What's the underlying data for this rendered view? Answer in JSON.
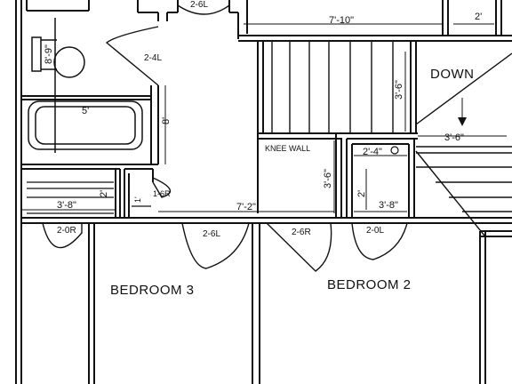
{
  "doors": {
    "top_center": "2-6L",
    "upper_left": "2-4L",
    "bath_closet": "1-6R",
    "bedroom3_closet": "2-0R",
    "bedroom3_entry": "2-6L",
    "bedroom2_entry": "2-6R",
    "bedroom2_closet": "2-0L"
  },
  "dimensions": {
    "bath_vertical": "8'-9\"",
    "tub_width": "5'",
    "hall_vertical": "8'",
    "hall_width": "7'-2\"",
    "top_right_width": "7'-10\"",
    "top_far_right": "2'",
    "linen_width": "3'-8\"",
    "linen_depth": "2'",
    "small_closet_depth": "1'",
    "knee_wall_height": "3'-6\"",
    "stair_vertical": "3'-6\"",
    "stair_width": "3'-6\"",
    "closet2_width": "2'-4\"",
    "closet2_height": "2'",
    "closet2_lower_width": "3'-8\""
  },
  "labels": {
    "knee_wall": "KNEE WALL",
    "down": "DOWN",
    "bedroom3": "BEDROOM 3",
    "bedroom2": "BEDROOM 2"
  }
}
